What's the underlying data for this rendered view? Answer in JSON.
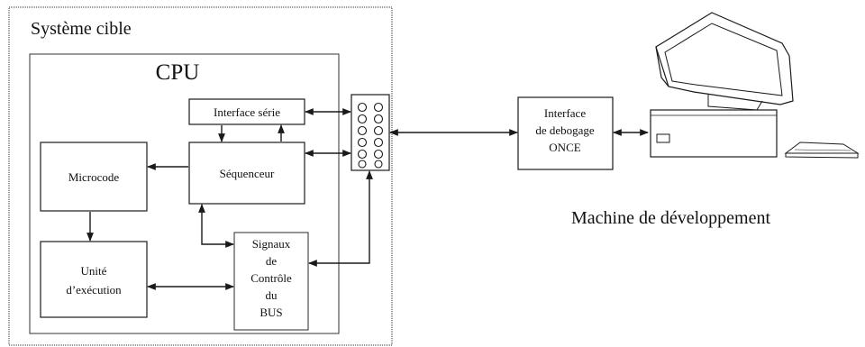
{
  "target_system": {
    "title": "Système cible"
  },
  "cpu": {
    "title": "CPU"
  },
  "blocks": {
    "interface_serie": "Interface série",
    "sequenceur": "Séquenceur",
    "microcode": "Microcode",
    "unite_execution": [
      "Unité",
      "d’exécution"
    ],
    "signaux_bus": [
      "Signaux",
      "de",
      "Contrôle",
      "du",
      "BUS"
    ],
    "debug_interface": [
      "Interface",
      "de debogage",
      "ONCE"
    ]
  },
  "dev_machine": {
    "label": "Machine de développement"
  }
}
